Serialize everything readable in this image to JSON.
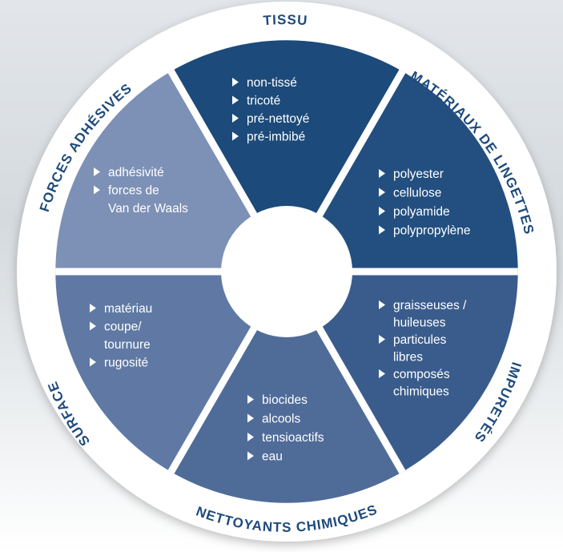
{
  "colors": {
    "ring": "#ffffff",
    "label": "#1e4a7c",
    "tissu": "#1c4a7a",
    "materiaux": "#234f80",
    "impuretes": "#3a5c8c",
    "nettoyants": "#4f6c99",
    "surface": "#5f79a4",
    "forces": "#7d90b6",
    "center": "#ffffff"
  },
  "categories": {
    "tissu": "TISSU",
    "materiaux": "MATÉRIAUX DE LINGETTES",
    "impuretes": "IMPURETÉS",
    "nettoyants": "NETTOYANTS CHIMIQUES",
    "surface": "SURFACE",
    "forces": "FORCES ADHÉSIVES"
  },
  "segments": {
    "tissu": [
      "non-tissé",
      "tricoté",
      "pré-nettoyé",
      "pré-imbibé"
    ],
    "materiaux": [
      "polyester",
      "cellulose",
      "polyamide",
      "polypropylène"
    ],
    "impuretes": [
      [
        "graisseuses /",
        "huileuses"
      ],
      [
        "particules",
        "libres"
      ],
      [
        "composés",
        "chimiques"
      ]
    ],
    "nettoyants": [
      "biocides",
      "alcools",
      "tensioactifs",
      "eau"
    ],
    "surface": [
      [
        "matériau"
      ],
      [
        "coupe/",
        "tournure"
      ],
      [
        "rugosité"
      ]
    ],
    "forces": [
      [
        "adhésivité"
      ],
      [
        "forces de",
        "Van der Waals"
      ]
    ]
  }
}
